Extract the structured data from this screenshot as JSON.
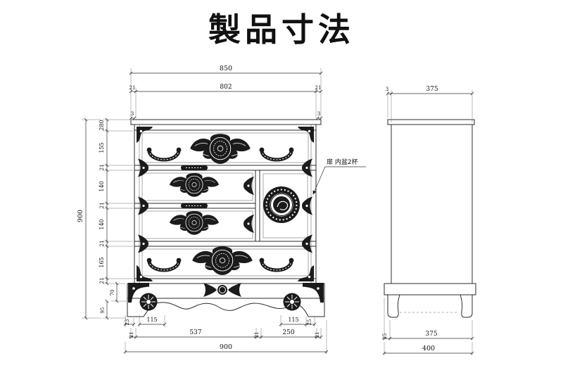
{
  "title": "製品寸法",
  "front": {
    "dim_overall_width_top": "850",
    "dim_left_stile": "21",
    "dim_inner_width": "802",
    "dim_right_stile": "21",
    "dim_left_overhang": "3",
    "dim_right_overhang": "3",
    "height_chain": [
      "280",
      "155",
      "21",
      "140",
      "21",
      "140",
      "21",
      "165",
      "21"
    ],
    "dim_base_upper": "70",
    "dim_base_lower": "95",
    "dim_overall_height": "900",
    "dim_foot_inset_left": "23",
    "dim_rosette_left": "115",
    "dim_rosette_right": "115",
    "dim_foot_inset_right": "25",
    "bottom_chain": [
      "21",
      "537",
      "21",
      "250",
      "21"
    ],
    "dim_overall_base_width": "900",
    "annotation": "扉 内盆2杯"
  },
  "side": {
    "dim_top_overhang": "3",
    "dim_depth_top": "375",
    "dim_base_overhang": "25",
    "dim_depth_bottom": "375",
    "dim_overall_depth": "400"
  },
  "ornaments": [
    "crest-plate",
    "ring-handle",
    "round-lock-plate",
    "corner-bracket",
    "edge-fan-bracket",
    "rosette",
    "base-center-plate",
    "base-corner-bracket"
  ],
  "colors": {
    "metal_fitting": "#1b1b1b",
    "line": "#2b2b2b",
    "dimension": "#333333",
    "background": "#ffffff"
  }
}
